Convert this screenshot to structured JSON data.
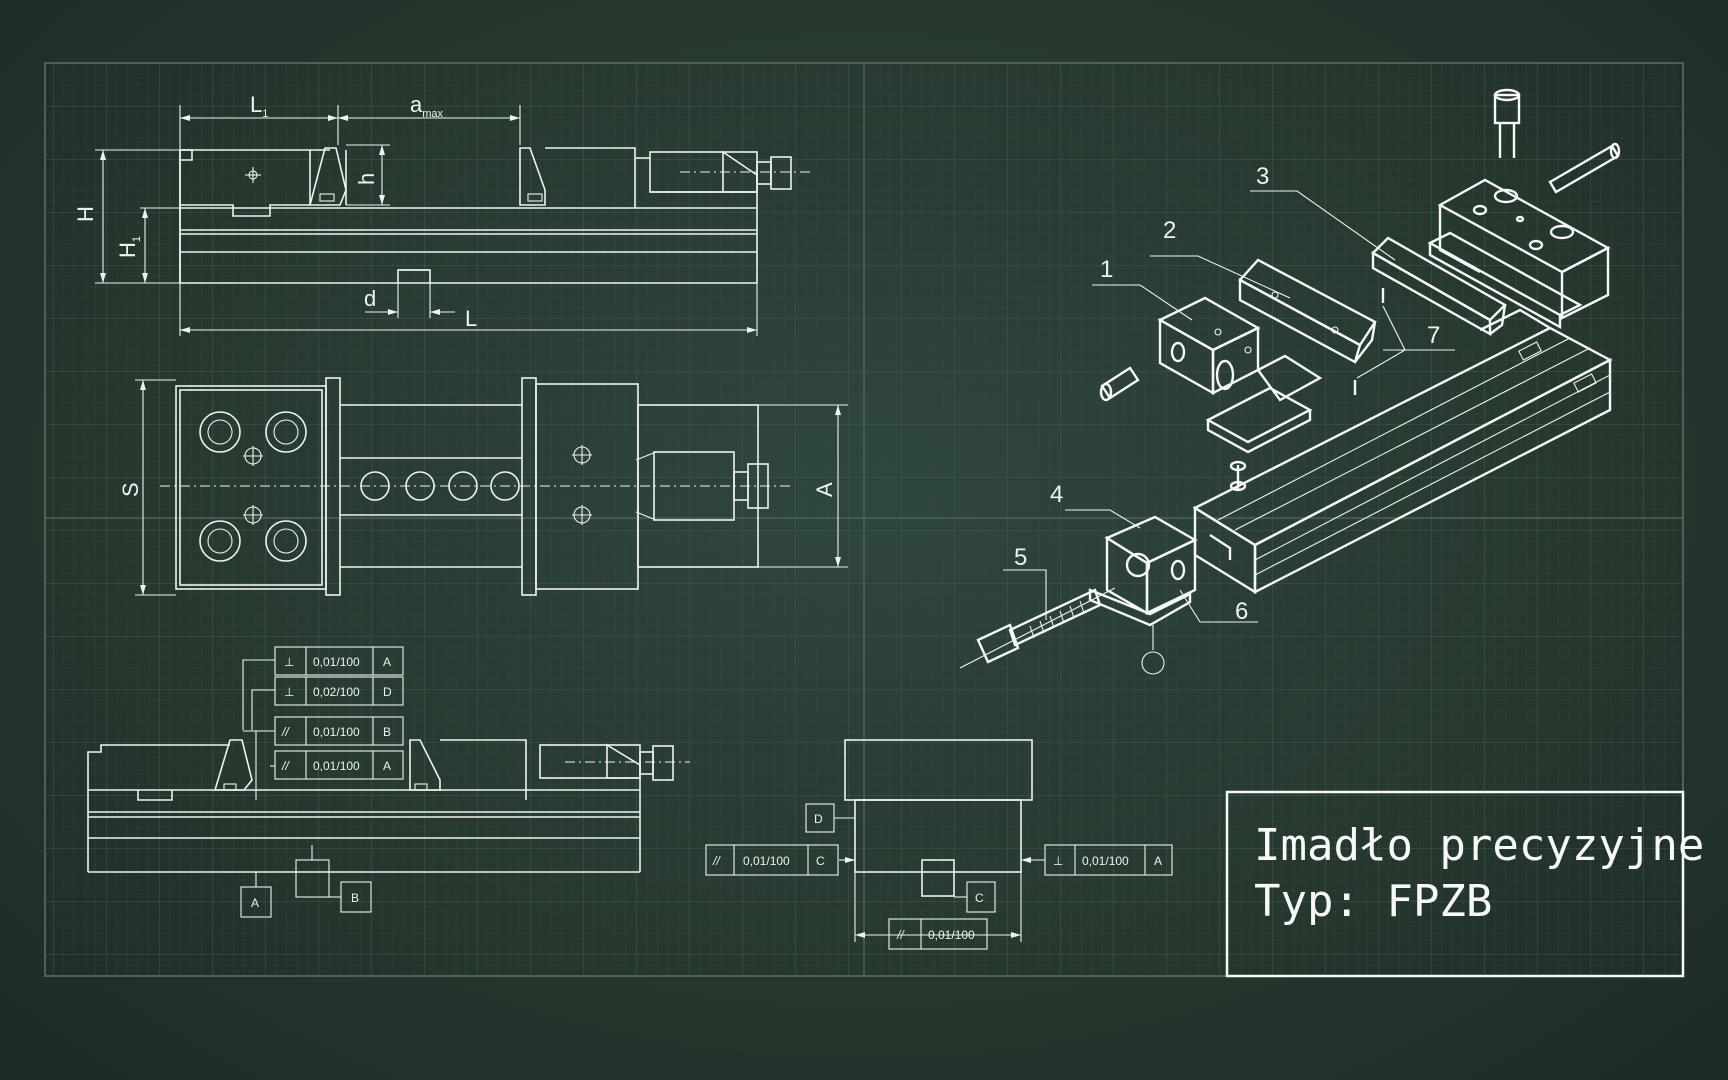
{
  "dimensions": {
    "L1": "L",
    "L1_sub": "1",
    "amax": "a",
    "amax_sub": "max",
    "H": "H",
    "H1": "H",
    "H1_sub": "1",
    "h": "h",
    "d": "d",
    "L": "L",
    "S": "S",
    "A": "A"
  },
  "tolerances_left": [
    {
      "sym": "⊥",
      "value": "0,01/100",
      "datum": "A"
    },
    {
      "sym": "⊥",
      "value": "0,02/100",
      "datum": "D"
    },
    {
      "sym": "//",
      "value": "0,01/100",
      "datum": "B"
    },
    {
      "sym": "//",
      "value": "0,01/100",
      "datum": "A"
    }
  ],
  "datums_left": {
    "a": "A",
    "b": "B"
  },
  "tolerances_middle": {
    "datum_d": "D",
    "left": {
      "sym": "//",
      "value": "0,01/100",
      "datum": "C"
    },
    "right": {
      "sym": "⊥",
      "value": "0,01/100",
      "datum": "A"
    },
    "datum_c": "C",
    "bottom": {
      "sym": "//",
      "value": "0,01/100"
    }
  },
  "parts": [
    "1",
    "2",
    "3",
    "4",
    "5",
    "6",
    "7"
  ],
  "title_block": {
    "line1": "Imadło precyzyjne",
    "line2": "Typ: FPZB"
  },
  "colors": {
    "board": "#27392f",
    "grid": "#3d544b",
    "line": "#eef3ef"
  }
}
